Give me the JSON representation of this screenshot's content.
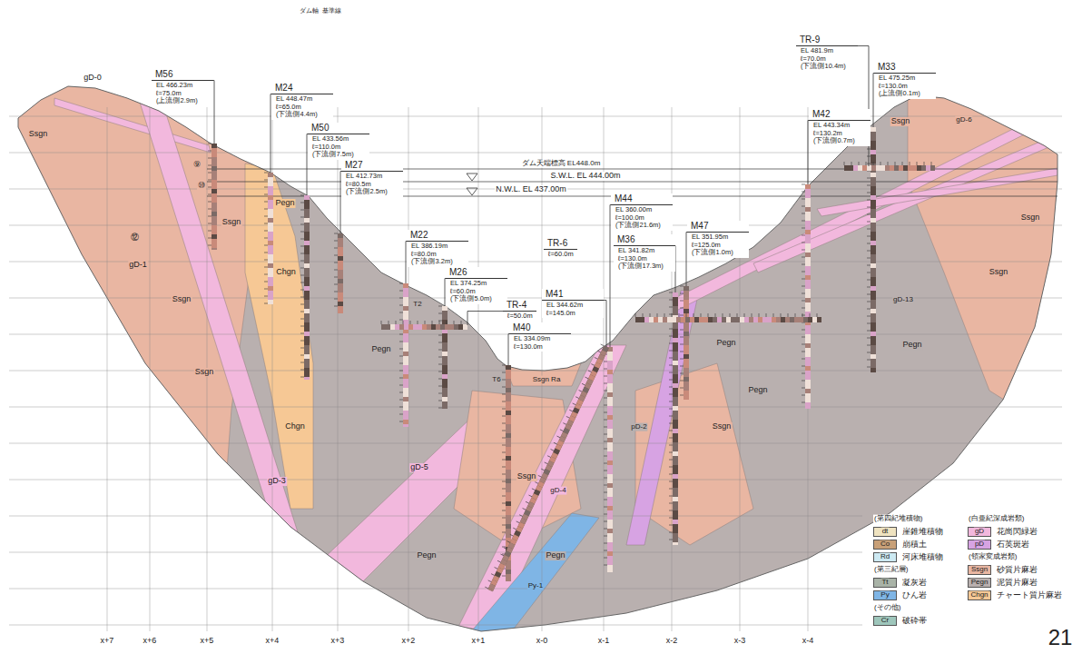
{
  "diagram": {
    "nodes": [
      {
        "text": [
          "M56",
          "EL 466.23m ℓ=75.0m (上流側2.9m)"
        ]
      },
      {
        "text": [
          "M24",
          "EL 448.47m ℓ=65.0m (下流側4.4m)"
        ]
      },
      {
        "text": [
          "M50",
          "EL 433.56m ℓ=110.0m (下流側7.5m)"
        ]
      },
      {
        "text": [
          "M27",
          "EL 412.73m ℓ=80.5m (下流側2.5m)"
        ]
      },
      {
        "text": [
          "M22",
          "EL 386.19m ℓ=80.0m (下流側3.2m)"
        ]
      },
      {
        "text": [
          "M26",
          "EL 374.25m ℓ=60.0m (下流側5.0m)"
        ]
      },
      {
        "text": [
          "TR-4",
          "ℓ=50.0m"
        ]
      },
      {
        "text": [
          "M40",
          "EL 334.09m ℓ=130.0m"
        ]
      },
      {
        "text": [
          "TR-6",
          "ℓ=60.0m"
        ]
      },
      {
        "text": [
          "M41",
          "EL 344.62m ℓ=145.0m"
        ]
      },
      {
        "text": [
          "M44",
          "EL 360.00m ℓ=100.0m (下流側21.6m)"
        ]
      },
      {
        "text": [
          "M36",
          "EL 341.82m ℓ=130.0m (下流側17.3m)"
        ]
      },
      {
        "text": [
          "M47",
          "EL 351.95m ℓ=125.0m (下流側1.0m)"
        ]
      },
      {
        "text": [
          "TR-9",
          "EL 481.9m ℓ=70.0m (下流側10.4m)"
        ]
      },
      {
        "text": [
          "M42",
          "EL 443.34m ℓ=130.2m (下流側0.7m)"
        ]
      },
      {
        "text": [
          "M33",
          "EL 475.25m ℓ=130.0m (上流側0.1m)"
        ]
      }
    ],
    "labels": [
      "ダム軸",
      "基準線",
      "ダム天端標高 EL448.0m",
      "S.W.L. EL 444.00m",
      "N.W.L. EL 437.00m",
      "gD-0",
      "Ssgn",
      "⑨",
      "⑩",
      "⑫",
      "Ssgn",
      "gD-1",
      "Ssgn",
      "Pegn",
      "Chgn",
      "Ssgn",
      "Chgn",
      "gD-3",
      "Pegn",
      "T2",
      "gD-5",
      "Pegn",
      "T6",
      "Ssgn Ra",
      "Ssgn",
      "Pegn",
      "Py-1",
      "gD-4",
      "pD-2",
      "Ssgn",
      "Pegn",
      "Pegn",
      "Pegn",
      "gD-13",
      "Ssgn",
      "Ssgn",
      "Ssgn",
      "gD-6",
      "x+7",
      "x+6",
      "x+5",
      "x+4",
      "x+3",
      "x+2",
      "x+1",
      "x-0",
      "x-1",
      "x-2",
      "x-3",
      "x-4",
      "21",
      "(第四紀堆積物)",
      "(第三紀層)",
      "(その他)",
      "(白亜紀深成岩類)",
      "(領家変成岩類)",
      "dt",
      "Co",
      "Rd",
      "Tt",
      "Py",
      "Cr",
      "gD",
      "pD",
      "Ssgn",
      "Pegn",
      "Chgn"
    ],
    "legend": [
      {
        "text": "崖錐堆積物",
        "color": "#efe3c0"
      },
      {
        "text": "崩積土",
        "color": "#c8a078"
      },
      {
        "text": "河床堆積物",
        "color": "#cde9f2"
      },
      {
        "text": "凝灰岩",
        "color": "#a9b3a7"
      },
      {
        "text": "ひん岩",
        "color": "#7fb5e5"
      },
      {
        "text": "破砕帯",
        "color": "#9ec6bb"
      },
      {
        "text": "花崗閃緑岩",
        "color": "#f2b8dd"
      },
      {
        "text": "石英斑岩",
        "color": "#d7a3e3"
      },
      {
        "text": "砂質片麻岩",
        "color": "#e9b6a2"
      },
      {
        "text": "泥質片麻岩",
        "color": "#b9b0af"
      },
      {
        "text": "チャート質片麻岩",
        "color": "#f6c895"
      }
    ]
  }
}
